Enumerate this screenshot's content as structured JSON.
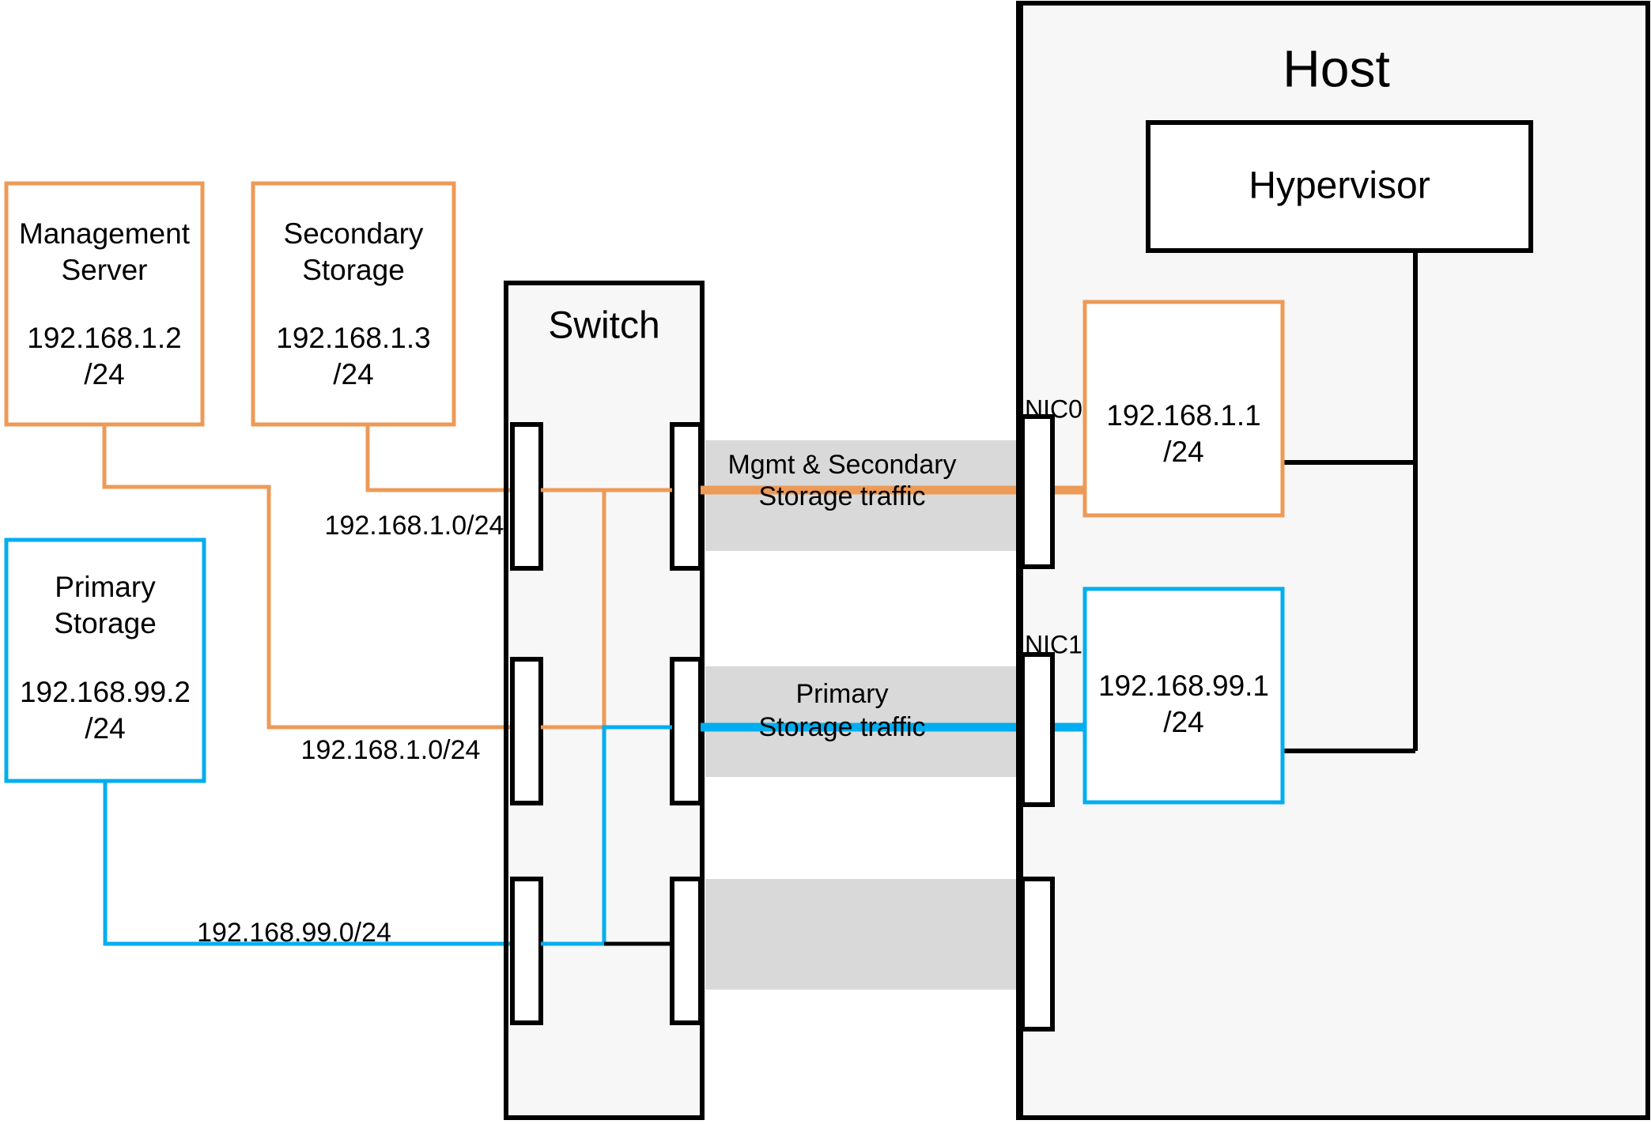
{
  "title": "CloudStack basic network topology with management, secondary and primary storage traffic",
  "colors": {
    "orange": "#ED9A57",
    "blue": "#00AEEF",
    "black": "#000000",
    "band_gray": "#d9d9d9",
    "panel_gray": "#f7f7f7"
  },
  "nodes": {
    "management_server": {
      "name": "Management\nServer",
      "line1": "Management",
      "line2": "Server",
      "ip": "192.168.1.2",
      "mask": "/24",
      "border_color": "#ED9A57"
    },
    "secondary_storage": {
      "line1": "Secondary",
      "line2": "Storage",
      "ip": "192.168.1.3",
      "mask": "/24",
      "border_color": "#ED9A57"
    },
    "primary_storage": {
      "line1": "Primary",
      "line2": "Storage",
      "ip": "192.168.99.2",
      "mask": "/24",
      "border_color": "#00AEEF"
    },
    "switch": {
      "title": "Switch"
    },
    "host": {
      "title": "Host",
      "hypervisor": "Hypervisor",
      "nic0_label": "NIC0",
      "nic1_label": "NIC1",
      "nic0_ip": "192.168.1.1",
      "nic0_mask": "/24",
      "nic1_ip": "192.168.99.1",
      "nic1_mask": "/24"
    }
  },
  "links": {
    "mgmt_subnet_upper": "192.168.1.0/24",
    "mgmt_subnet_lower": "192.168.1.0/24",
    "primary_subnet": "192.168.99.0/24"
  },
  "traffic": {
    "mgmt_secondary": {
      "line1": "Mgmt & Secondary",
      "line2": "Storage traffic",
      "color": "#ED9A57"
    },
    "primary": {
      "line1": "Primary",
      "line2": "Storage traffic",
      "color": "#00AEEF"
    }
  }
}
